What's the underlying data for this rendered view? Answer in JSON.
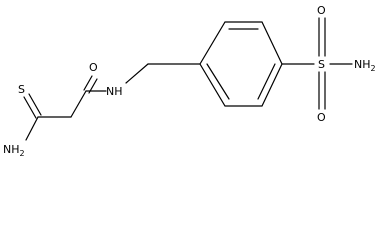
{
  "molecule": {
    "labels": {
      "thione_s": "S",
      "thioamide_n": "NH",
      "thioamide_n_sub": "2",
      "amide_o": "O",
      "amide_nh": "NH",
      "sulfonyl_s": "S",
      "sulfonyl_o_top": "O",
      "sulfonyl_o_bottom": "O",
      "sulfonamide_n": "NH",
      "sulfonamide_n_sub": "2"
    }
  }
}
